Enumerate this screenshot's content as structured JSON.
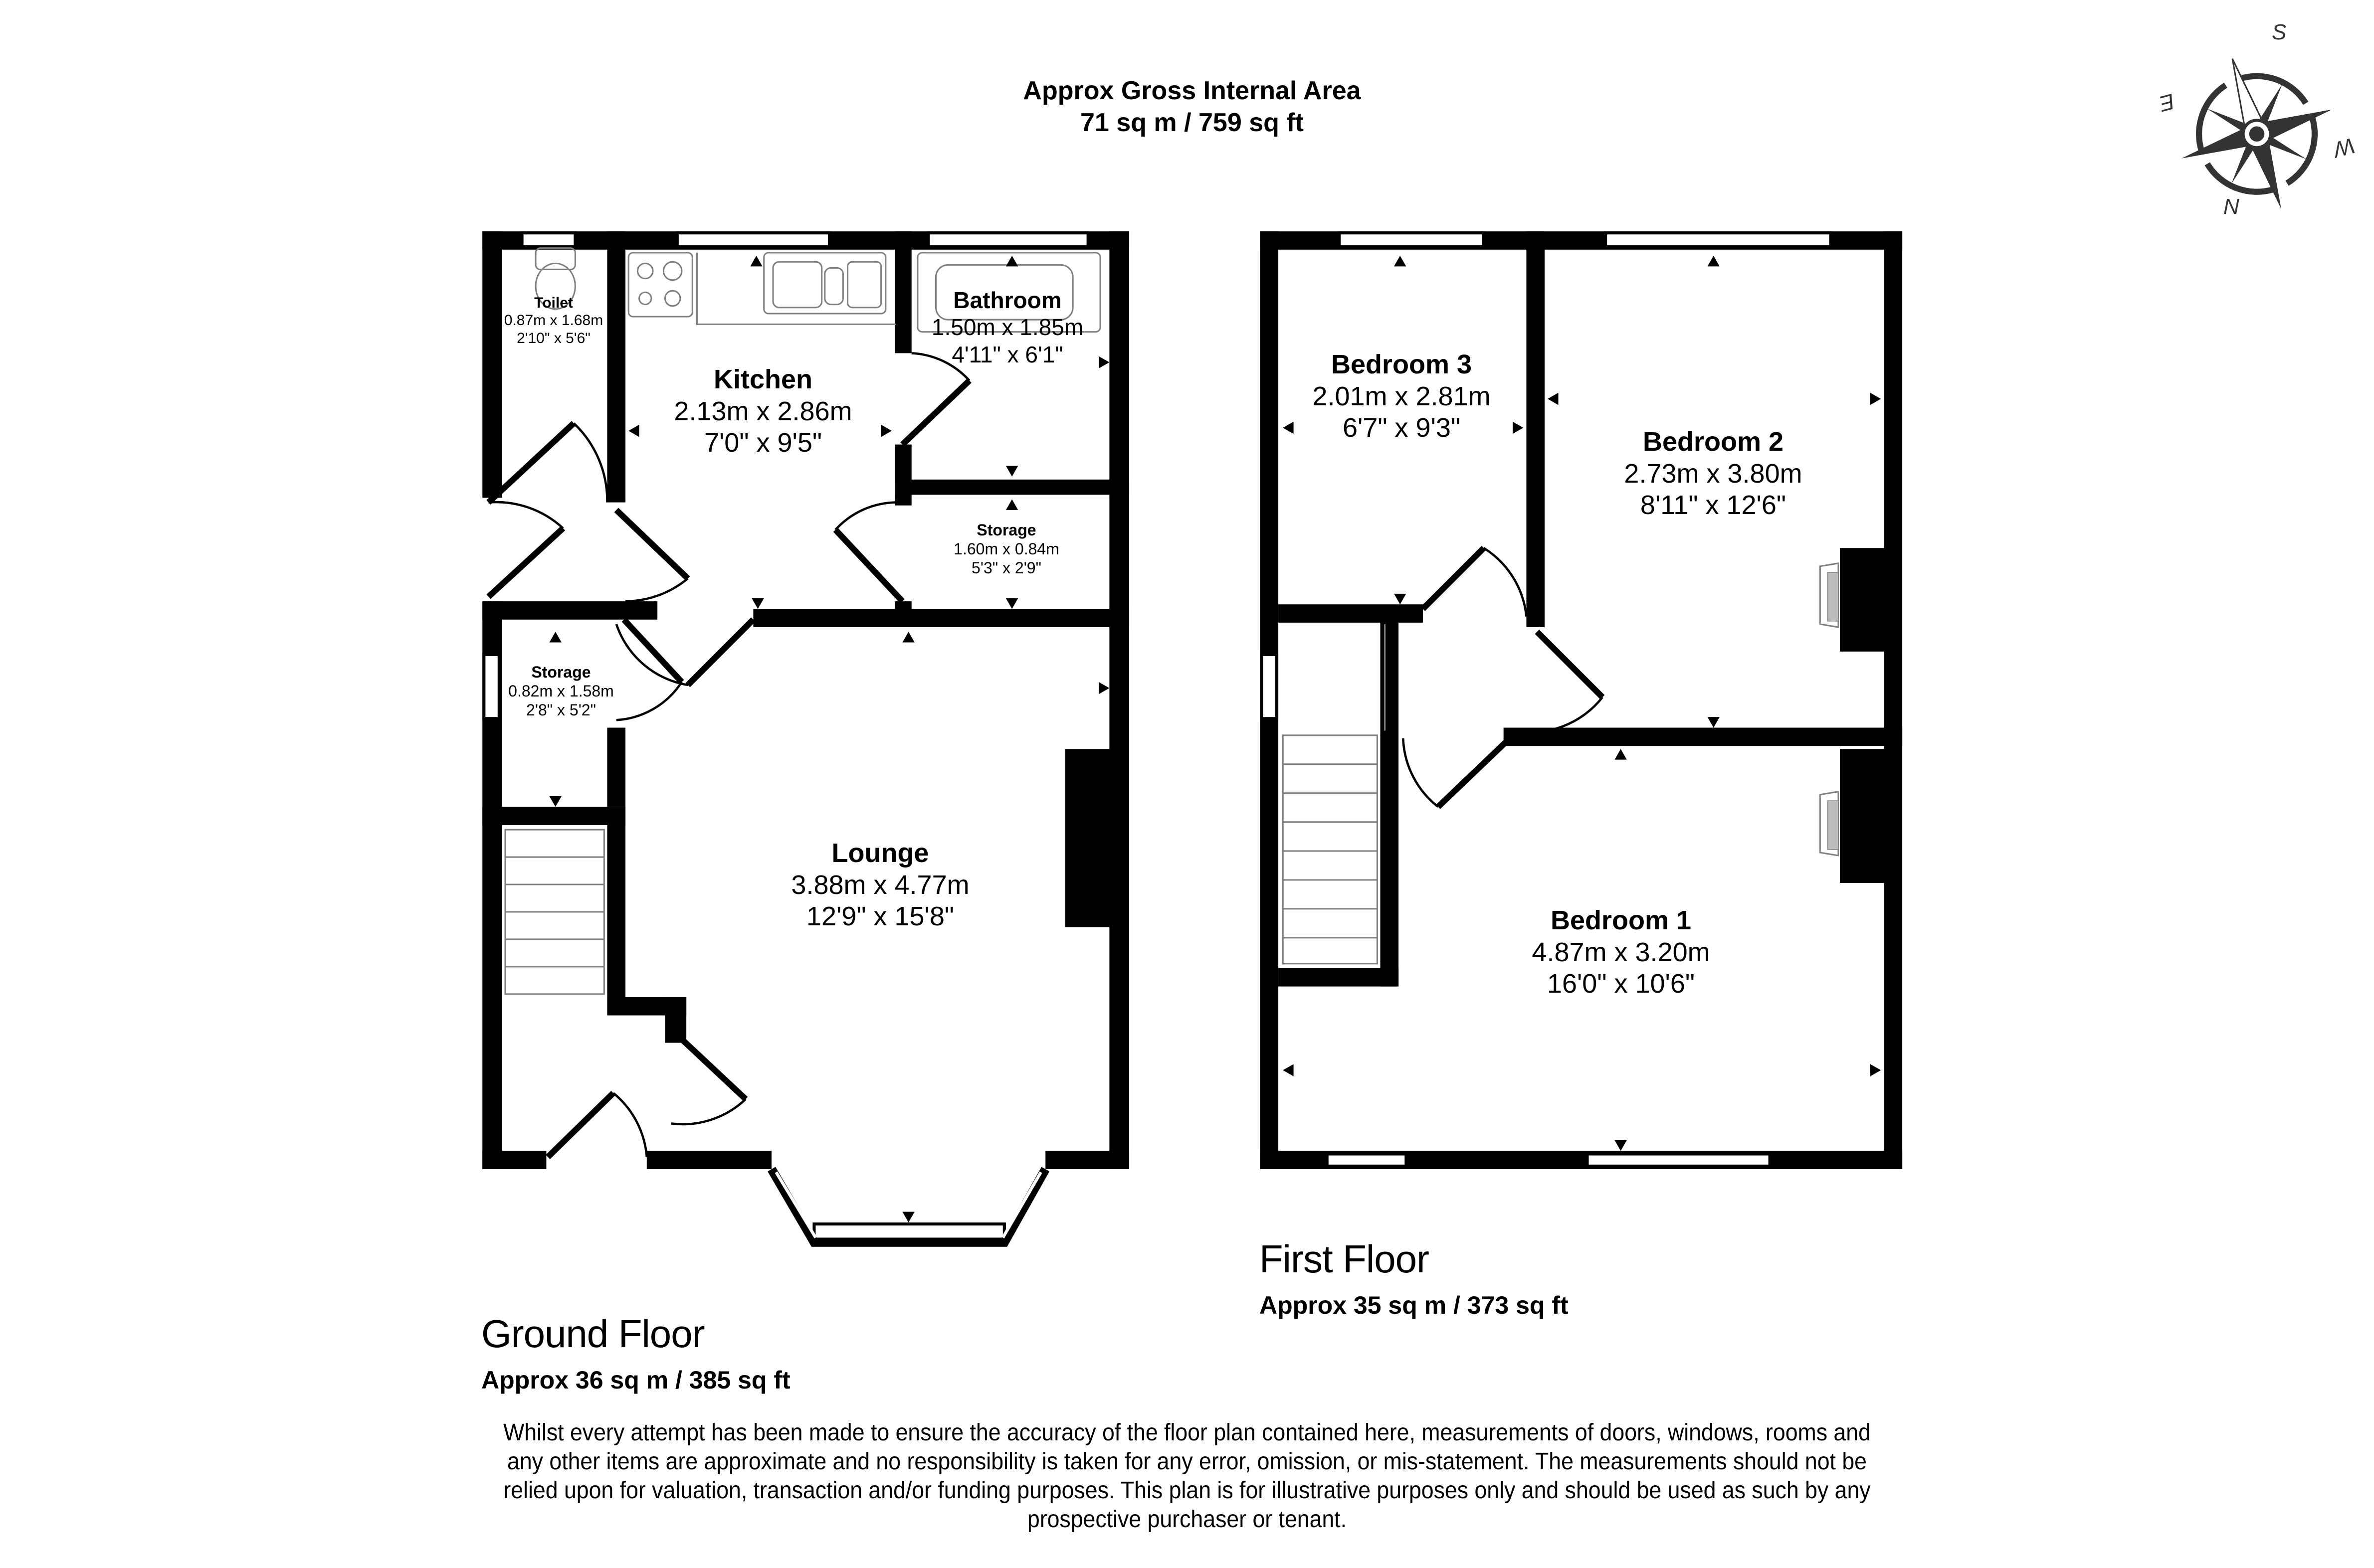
{
  "header": {
    "title": "Approx Gross Internal Area",
    "total_area": "71 sq m / 759 sq ft"
  },
  "compass": {
    "icon": "compass-rose-icon",
    "letters": {
      "n": "N",
      "s": "S",
      "e": "E",
      "w": "W"
    },
    "color": "#333333"
  },
  "ground_floor": {
    "name": "Ground Floor",
    "area": "Approx 36 sq m / 385 sq ft",
    "rooms": {
      "toilet": {
        "name": "Toilet",
        "metric": "0.87m x 1.68m",
        "imperial": "2'10\" x 5'6\""
      },
      "kitchen": {
        "name": "Kitchen",
        "metric": "2.13m x 2.86m",
        "imperial": "7'0\" x 9'5\""
      },
      "bathroom": {
        "name": "Bathroom",
        "metric": "1.50m x 1.85m",
        "imperial": "4'11\" x 6'1\""
      },
      "storage_kitchen": {
        "name": "Storage",
        "metric": "1.60m x 0.84m",
        "imperial": "5'3\" x 2'9\""
      },
      "storage_hall": {
        "name": "Storage",
        "metric": "0.82m x 1.58m",
        "imperial": "2'8\" x 5'2\""
      },
      "lounge": {
        "name": "Lounge",
        "metric": "3.88m x 4.77m",
        "imperial": "12'9\" x 15'8\""
      }
    }
  },
  "first_floor": {
    "name": "First Floor",
    "area": "Approx 35 sq m / 373 sq ft",
    "rooms": {
      "bedroom3": {
        "name": "Bedroom 3",
        "metric": "2.01m x 2.81m",
        "imperial": "6'7\" x 9'3\""
      },
      "bedroom2": {
        "name": "Bedroom 2",
        "metric": "2.73m x 3.80m",
        "imperial": "8'11\" x 12'6\""
      },
      "bedroom1": {
        "name": "Bedroom 1",
        "metric": "4.87m x 3.20m",
        "imperial": "16'0\" x 10'6\""
      }
    }
  },
  "disclaimer": "Whilst every attempt has been made to ensure the accuracy of the floor plan contained here, measurements of doors, windows, rooms and any other items are approximate and no responsibility is taken for any error, omission, or mis-statement. The measurements should not be relied upon for valuation, transaction and/or funding purposes. This plan is for illustrative purposes only and should be used as such by any prospective purchaser or tenant.",
  "colors": {
    "wall": "#000000",
    "fixture_stroke": "#808080",
    "fireplace_fill": "#bdbdbd",
    "background": "#ffffff"
  }
}
